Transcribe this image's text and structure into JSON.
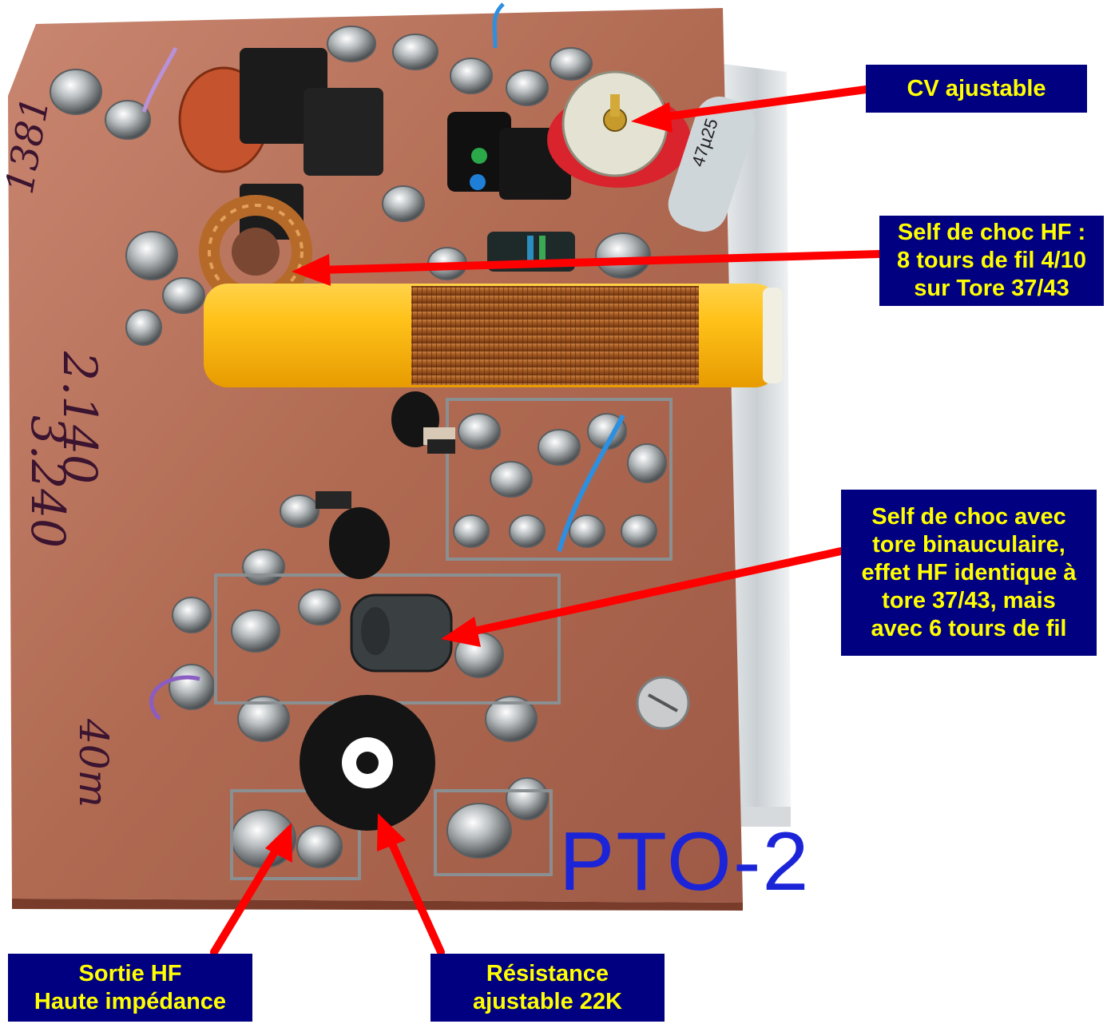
{
  "photo": {
    "subject": "pto-circuit-board",
    "board_label": "PTO-2",
    "handwritten_notes": [
      "1381",
      "2.140",
      "3.240",
      "40m"
    ]
  },
  "callouts": {
    "cv": {
      "lines": [
        "CV ajustable"
      ]
    },
    "self_hf": {
      "lines": [
        "Self de choc HF :",
        "8 tours de fil 4/10",
        "sur Tore 37/43"
      ]
    },
    "binoc": {
      "lines": [
        "Self de choc avec",
        "tore binauculaire,",
        "effet HF identique à",
        "tore  37/43, mais",
        "avec 6 tours de fil"
      ]
    },
    "sortie": {
      "lines": [
        "Sortie HF",
        "Haute impédance"
      ]
    },
    "resist": {
      "lines": [
        "Résistance",
        "ajustable 22K"
      ]
    }
  },
  "colors": {
    "callout_bg": "#000080",
    "callout_text": "#ffff00",
    "arrow": "#ff0000",
    "pto_label": "#1c24d8",
    "copper": "#b46e55"
  }
}
